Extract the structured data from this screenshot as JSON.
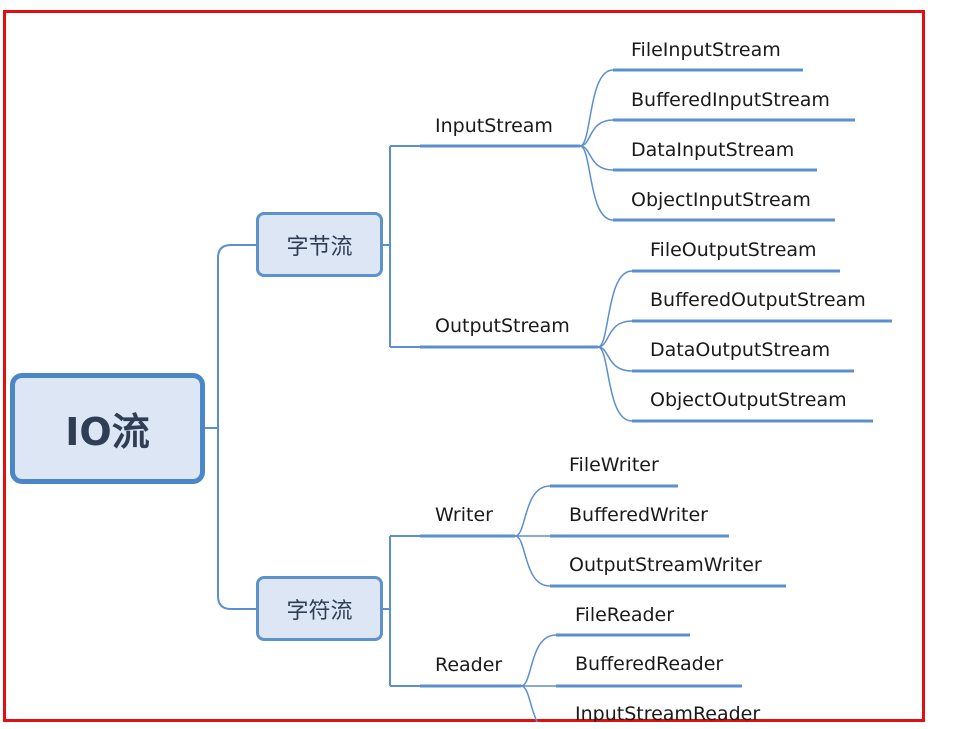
{
  "root": "IO流",
  "categories": [
    {
      "label": "字节流",
      "streams": [
        {
          "label": "InputStream",
          "children": [
            "FileInputStream",
            "BufferedInputStream",
            "DataInputStream",
            "ObjectInputStream"
          ]
        },
        {
          "label": "OutputStream",
          "children": [
            "FileOutputStream",
            "BufferedOutputStream",
            "DataOutputStream",
            "ObjectOutputStream"
          ]
        }
      ]
    },
    {
      "label": "字符流",
      "streams": [
        {
          "label": "Writer",
          "children": [
            "FileWriter",
            "BufferedWriter",
            "OutputStreamWriter"
          ]
        },
        {
          "label": "Reader",
          "children": [
            "FileReader",
            "BufferedReader",
            "InputStreamReader"
          ]
        }
      ]
    }
  ],
  "colors": {
    "line": "#5b8fd0",
    "box_fill": "#dce6f4",
    "box_border": "#4a86c8",
    "frame": "#e01010"
  }
}
